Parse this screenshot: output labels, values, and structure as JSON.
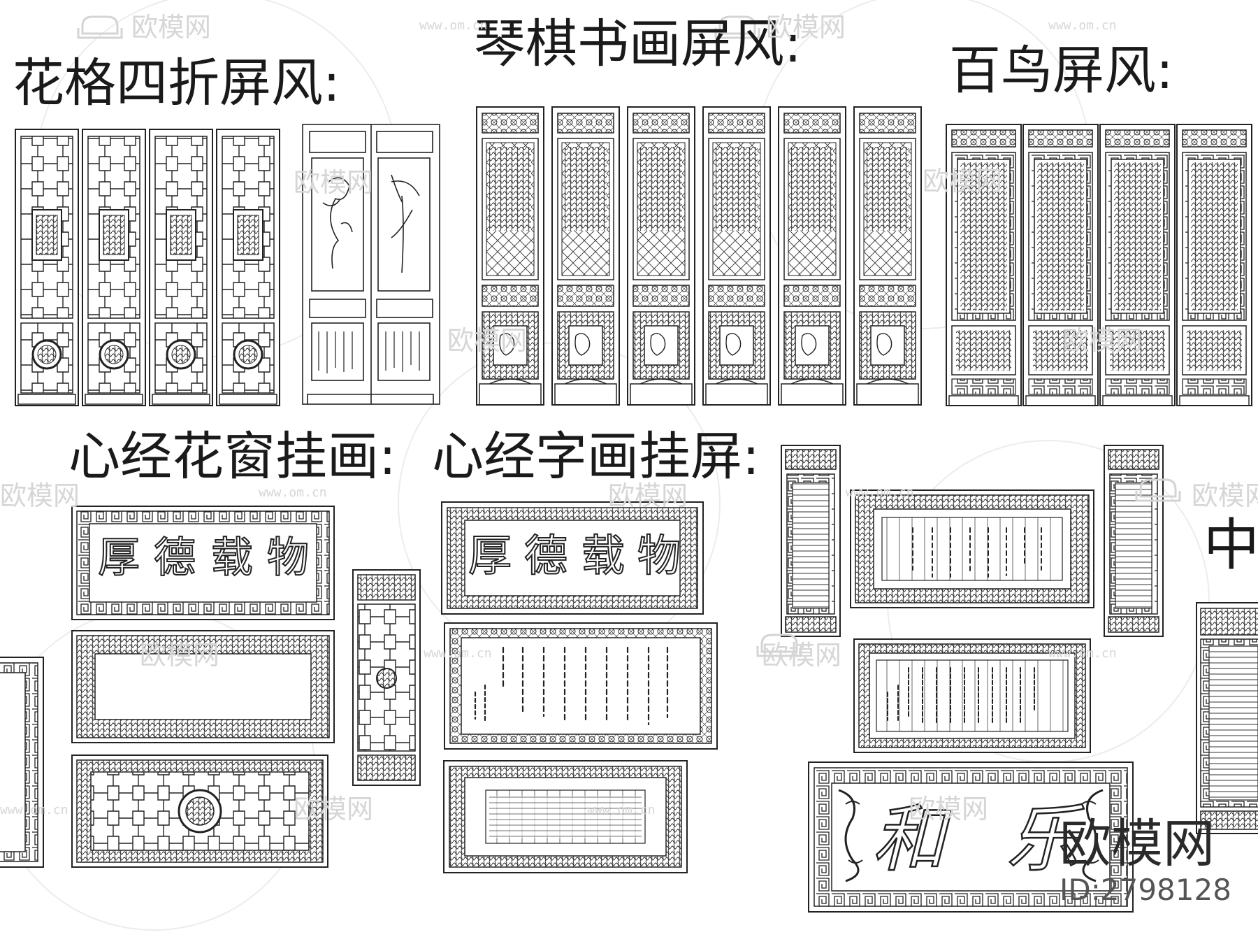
{
  "titles": {
    "huage": "花格四折屏风:",
    "qinqi": "琴棋书画屏风:",
    "bainiao": "百鸟屏风:",
    "xinjing_window": "心经花窗挂画:",
    "xinjing_calligraphy": "心经字画挂屏:",
    "partial_zhong": "中"
  },
  "plaque_texts": {
    "hou": "厚",
    "de": "德",
    "zai": "载",
    "wu": "物",
    "he": "和",
    "le": "乐"
  },
  "brand": {
    "logo": "欧模网",
    "id": "ID:2798128"
  },
  "watermark": {
    "logo": "欧模网",
    "url": "www.om.cn"
  },
  "colors": {
    "ink": "#1a1a1a",
    "watermark": "#d6d6d6",
    "brand": "#2a2a2a",
    "id": "#555555"
  },
  "icons": {
    "watermark_mark": "sofa-logo-icon",
    "lattice": "lattice-pattern-icon"
  }
}
